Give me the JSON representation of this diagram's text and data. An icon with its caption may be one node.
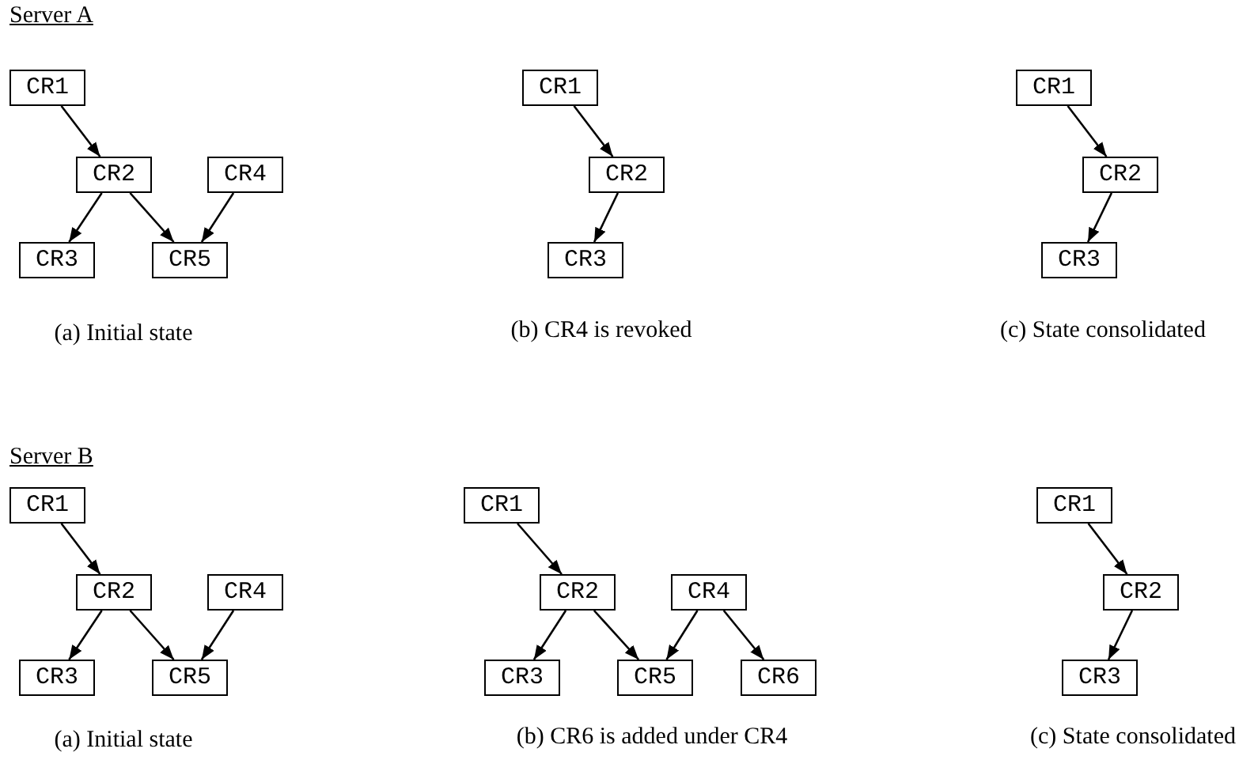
{
  "diagram": {
    "nodes": [
      {
        "text": [
          "CR1"
        ]
      },
      {
        "text": [
          "CR2"
        ]
      },
      {
        "text": [
          "CR4"
        ]
      },
      {
        "text": [
          "CR3"
        ]
      },
      {
        "text": [
          "CR5"
        ]
      },
      {
        "text": [
          "CR1"
        ]
      },
      {
        "text": [
          "CR2"
        ]
      },
      {
        "text": [
          "CR3"
        ]
      },
      {
        "text": [
          "CR1"
        ]
      },
      {
        "text": [
          "CR2"
        ]
      },
      {
        "text": [
          "CR3"
        ]
      },
      {
        "text": [
          "CR1"
        ]
      },
      {
        "text": [
          "CR2"
        ]
      },
      {
        "text": [
          "CR4"
        ]
      },
      {
        "text": [
          "CR3"
        ]
      },
      {
        "text": [
          "CR5"
        ]
      },
      {
        "text": [
          "CR1"
        ]
      },
      {
        "text": [
          "CR2"
        ]
      },
      {
        "text": [
          "CR4"
        ]
      },
      {
        "text": [
          "CR3"
        ]
      },
      {
        "text": [
          "CR5"
        ]
      },
      {
        "text": [
          "CR6"
        ]
      },
      {
        "text": [
          "CR1"
        ]
      },
      {
        "text": [
          "CR2"
        ]
      },
      {
        "text": [
          "CR3"
        ]
      }
    ],
    "edges": [
      {
        "from": 0,
        "to": 1,
        "arrow": "to"
      },
      {
        "from": 1,
        "to": 3,
        "arrow": "to"
      },
      {
        "from": 1,
        "to": 4,
        "arrow": "to"
      },
      {
        "from": 2,
        "to": 4,
        "arrow": "to"
      },
      {
        "from": 5,
        "to": 6,
        "arrow": "to"
      },
      {
        "from": 6,
        "to": 7,
        "arrow": "to"
      },
      {
        "from": 8,
        "to": 9,
        "arrow": "to"
      },
      {
        "from": 9,
        "to": 10,
        "arrow": "to"
      },
      {
        "from": 11,
        "to": 12,
        "arrow": "to"
      },
      {
        "from": 12,
        "to": 14,
        "arrow": "to"
      },
      {
        "from": 12,
        "to": 15,
        "arrow": "to"
      },
      {
        "from": 13,
        "to": 15,
        "arrow": "to"
      },
      {
        "from": 16,
        "to": 17,
        "arrow": "to"
      },
      {
        "from": 17,
        "to": 19,
        "arrow": "to"
      },
      {
        "from": 17,
        "to": 20,
        "arrow": "to"
      },
      {
        "from": 18,
        "to": 20,
        "arrow": "to"
      },
      {
        "from": 18,
        "to": 21,
        "arrow": "to"
      },
      {
        "from": 22,
        "to": 23,
        "arrow": "to"
      },
      {
        "from": 23,
        "to": 24,
        "arrow": "to"
      }
    ],
    "labels": [
      "Server A",
      "(a) Initial state",
      "(b) CR4 is revoked",
      "(c) State consolidated",
      "Server B",
      "(a) Initial state",
      "(b) CR6 is added under CR4",
      "(c) State consolidated"
    ]
  }
}
